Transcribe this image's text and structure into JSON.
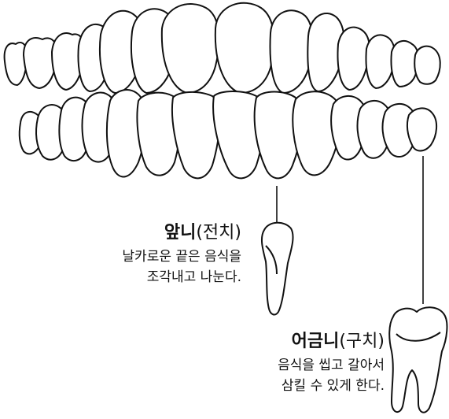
{
  "incisor": {
    "name": "앞니",
    "term": "(전치)",
    "desc_line1": "날카로운 끝은 음식을",
    "desc_line2": "조각내고 나눈다."
  },
  "molar": {
    "name": "어금니",
    "term": "(구치)",
    "desc_line1": "음식을 씹고 갈아서",
    "desc_line2": "삼킬 수 있게 한다."
  }
}
